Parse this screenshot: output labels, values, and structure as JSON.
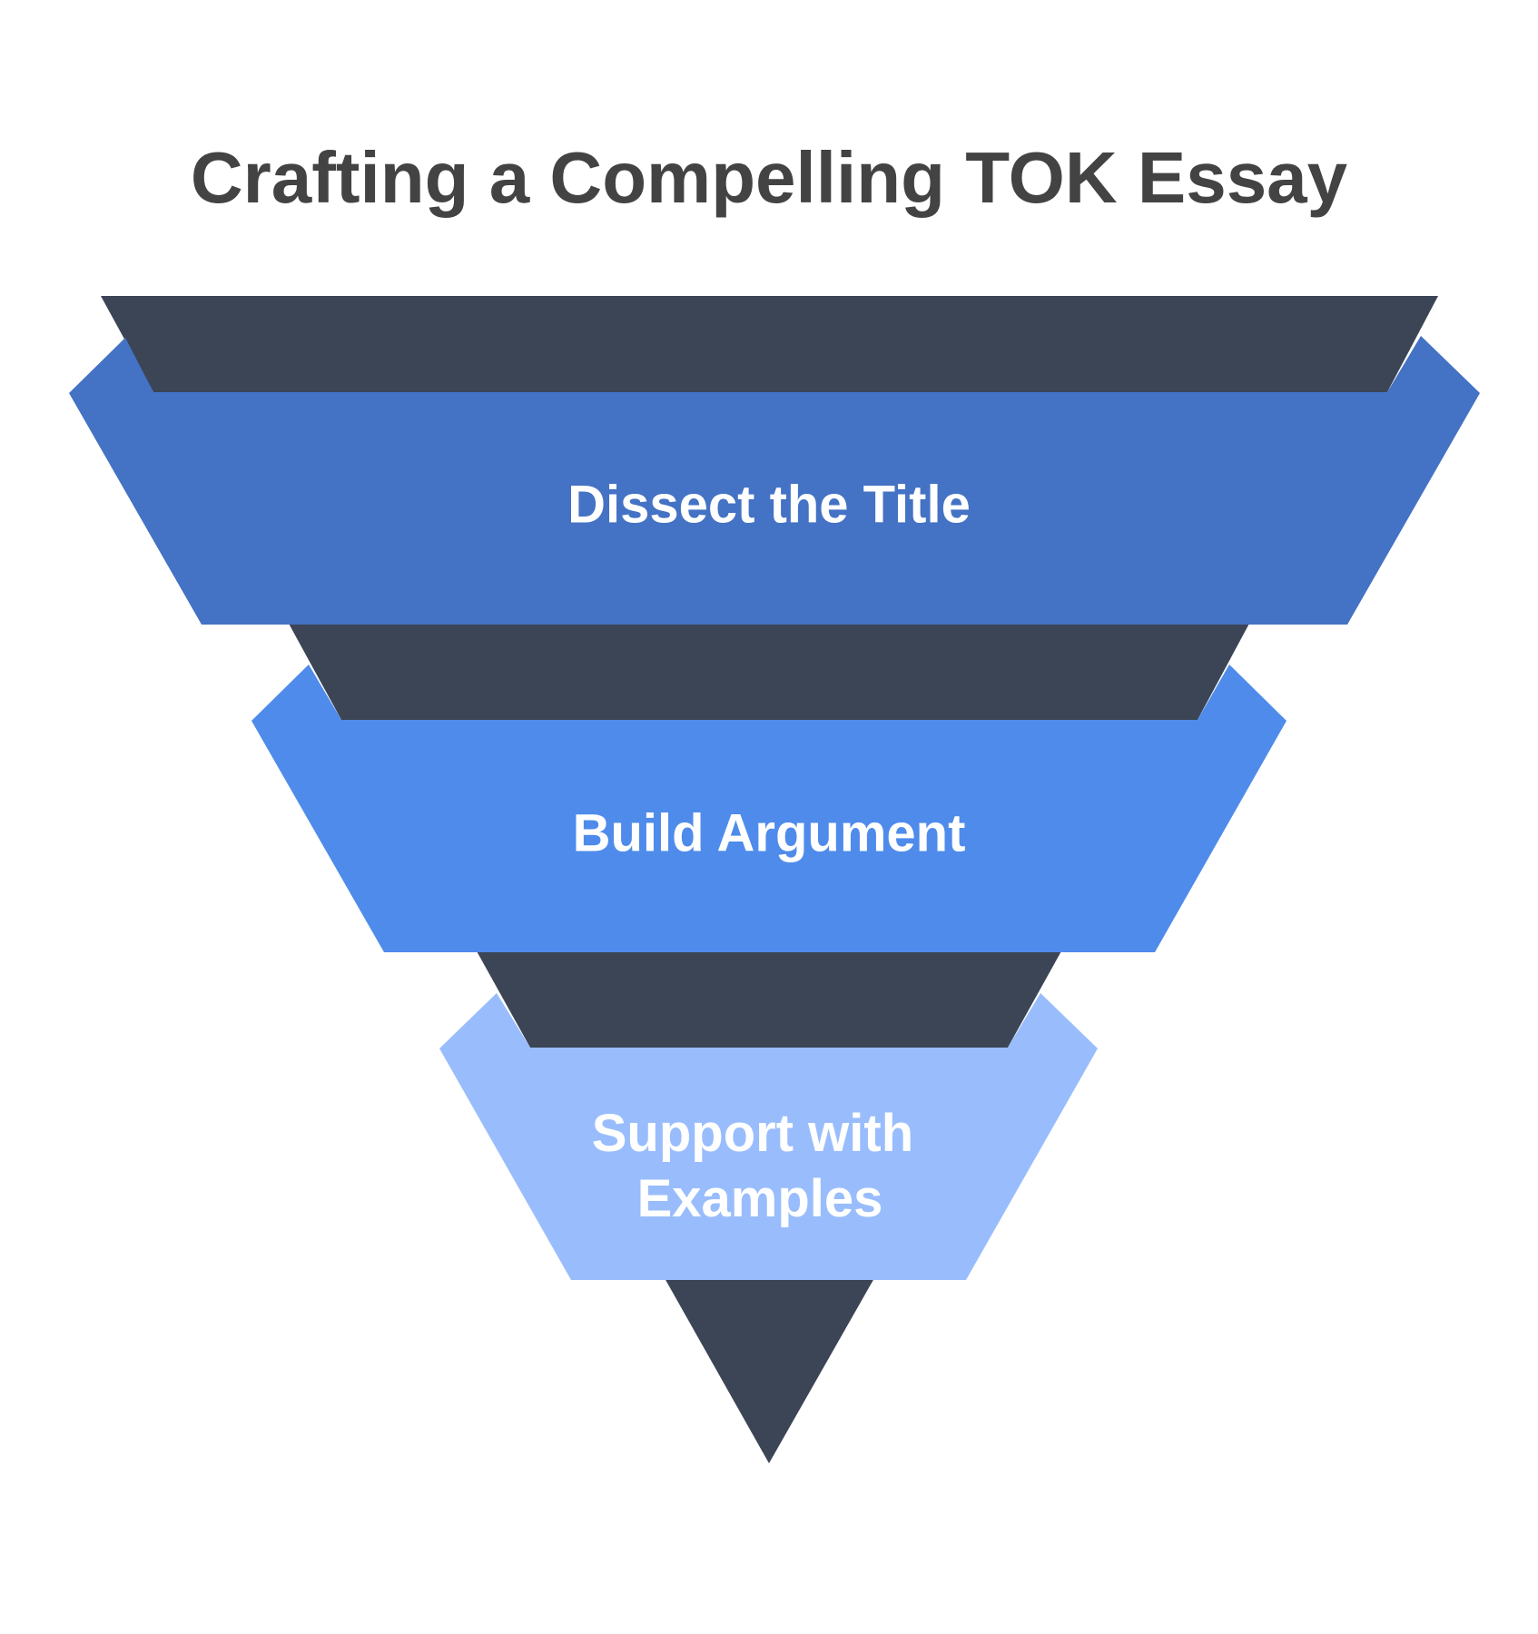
{
  "title": "Crafting a Compelling TOK Essay",
  "stages": [
    {
      "label": "Dissect the Title",
      "color": "#4472C4"
    },
    {
      "label": "Build Argument",
      "color": "#4F8BEB"
    },
    {
      "label_lines": [
        "Support with",
        "Examples"
      ],
      "color": "#99BDFC"
    }
  ],
  "colors": {
    "title": "#434343",
    "connector": "#3B4556",
    "label": "#FFFFFF",
    "background": "#FFFFFF"
  }
}
